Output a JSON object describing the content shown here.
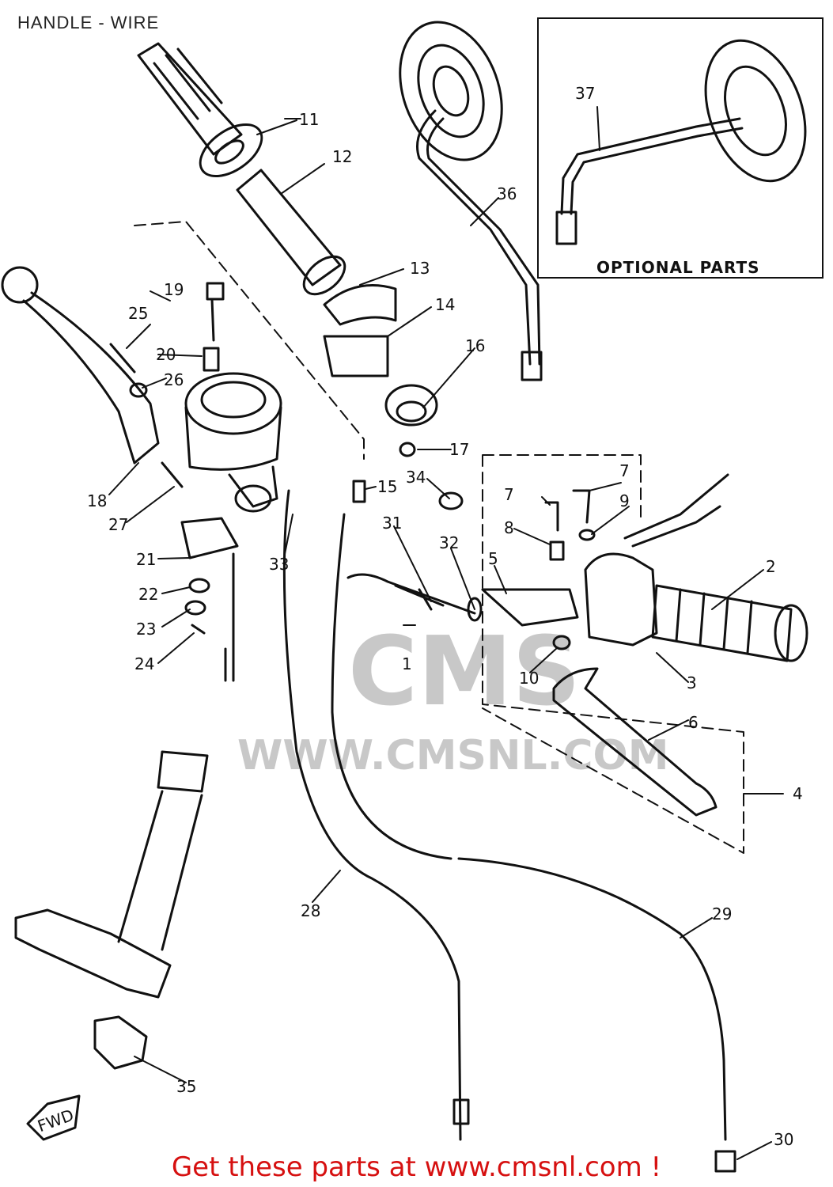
{
  "title": "HANDLE - WIRE",
  "optional_label": "OPTIONAL PARTS",
  "watermark": {
    "brand": "CMS",
    "url": "WWW.CMSNL.COM"
  },
  "fwd_label": "FWD",
  "footer": "Get these parts at www.cmsnl.com !",
  "callouts": [
    "1",
    "2",
    "3",
    "4",
    "5",
    "6",
    "7",
    "7",
    "8",
    "9",
    "10",
    "11",
    "12",
    "13",
    "14",
    "15",
    "16",
    "17",
    "18",
    "19",
    "20",
    "21",
    "22",
    "23",
    "24",
    "25",
    "26",
    "27",
    "28",
    "29",
    "30",
    "31",
    "32",
    "33",
    "34",
    "35",
    "36",
    "37"
  ],
  "colors": {
    "line": "#111111",
    "footer": "#d61010",
    "watermark": "#c8c8c8"
  }
}
